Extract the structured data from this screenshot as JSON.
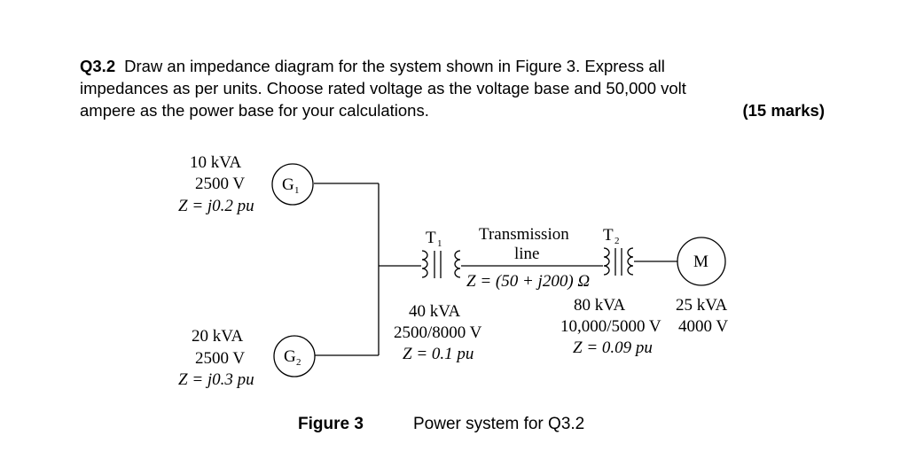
{
  "question": {
    "number": "Q3.2",
    "lines": [
      "Draw an impedance diagram for the system shown in Figure 3. Express all",
      "impedances as per units. Choose rated voltage as the voltage base and 50,000 volt",
      "ampere as the power base for your calculations."
    ],
    "marks": "(15 marks)"
  },
  "diagram": {
    "g1": {
      "symbol": "G",
      "subscript": "1",
      "rating": "10 kVA",
      "voltage": "2500 V",
      "impedance": "Z = j0.2 pu"
    },
    "g2": {
      "symbol": "G",
      "subscript": "2",
      "rating": "20 kVA",
      "voltage": "2500 V",
      "impedance": "Z = j0.3 pu"
    },
    "t1": {
      "symbol": "T",
      "subscript": "1",
      "rating": "40 kVA",
      "voltage": "2500/8000 V",
      "impedance": "Z = 0.1 pu"
    },
    "t2": {
      "symbol": "T",
      "subscript": "2",
      "rating": "80 kVA",
      "voltage": "10,000/5000 V",
      "impedance": "Z = 0.09 pu"
    },
    "line": {
      "label_line1": "Transmission",
      "label_line2": "line",
      "impedance": "Z = (50 + j200) Ω"
    },
    "motor": {
      "symbol": "M",
      "rating": "25 kVA",
      "voltage": "4000 V"
    }
  },
  "caption": {
    "label": "Figure 3",
    "text": "Power system for Q3.2"
  }
}
